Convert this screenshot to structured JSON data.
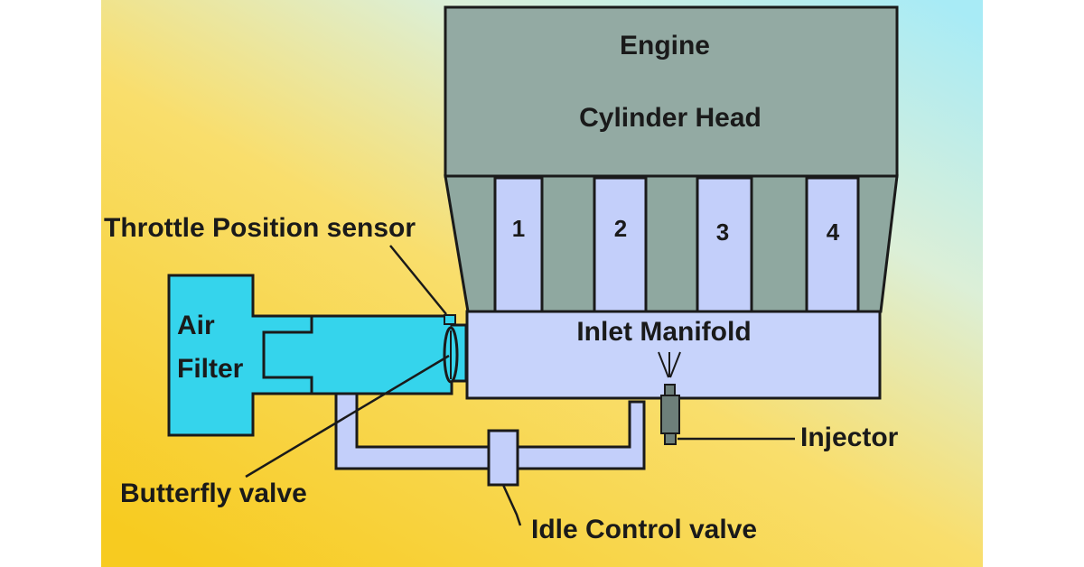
{
  "diagram": {
    "engine_label": "Engine",
    "cylinder_head_label": "Cylinder Head",
    "cylinders": [
      "1",
      "2",
      "3",
      "4"
    ],
    "inlet_manifold_label": "Inlet Manifold",
    "air_filter_label": [
      "Air",
      "Filter"
    ],
    "throttle_position_sensor_label": "Throttle Position sensor",
    "butterfly_valve_label": "Butterfly valve",
    "injector_label": "Injector",
    "idle_control_valve_label": "Idle Control valve"
  },
  "colors": {
    "engine_block": "#93aaa3",
    "cylinder_head_inner": "#8fa8a0",
    "runner": "#c3cffa",
    "manifold": "#c7d3fb",
    "air_filter": "#35d4ec",
    "injector": "#6d7f7a",
    "outline": "#1a1a1a"
  }
}
